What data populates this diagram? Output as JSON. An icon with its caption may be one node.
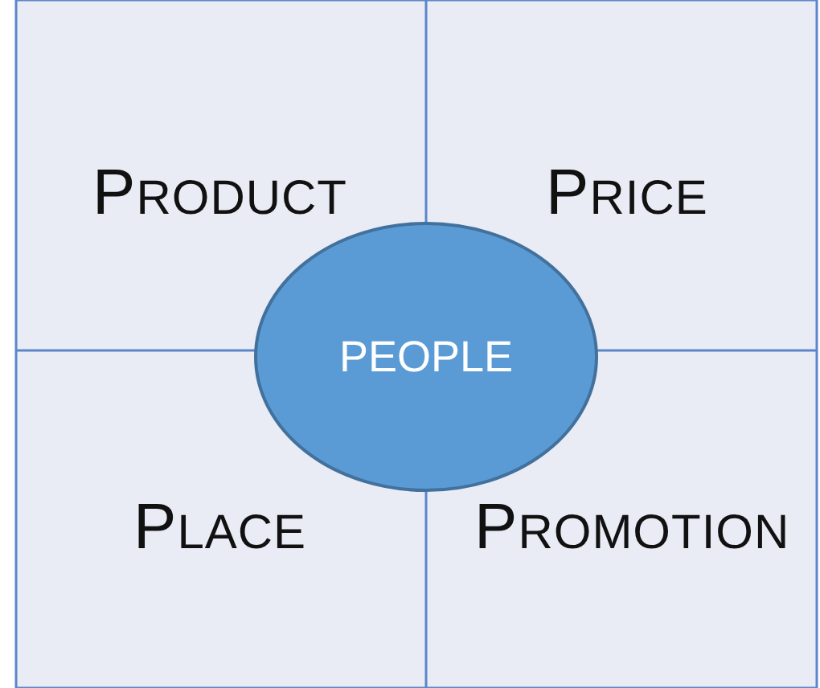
{
  "diagram": {
    "nodes": [
      {
        "text": [
          "PRODUCT"
        ]
      },
      {
        "text": [
          "PRICE"
        ]
      },
      {
        "text": [
          "PLACE"
        ]
      },
      {
        "text": [
          "PROMOTION"
        ]
      },
      {
        "text": [
          "PEOPLE"
        ]
      }
    ]
  }
}
